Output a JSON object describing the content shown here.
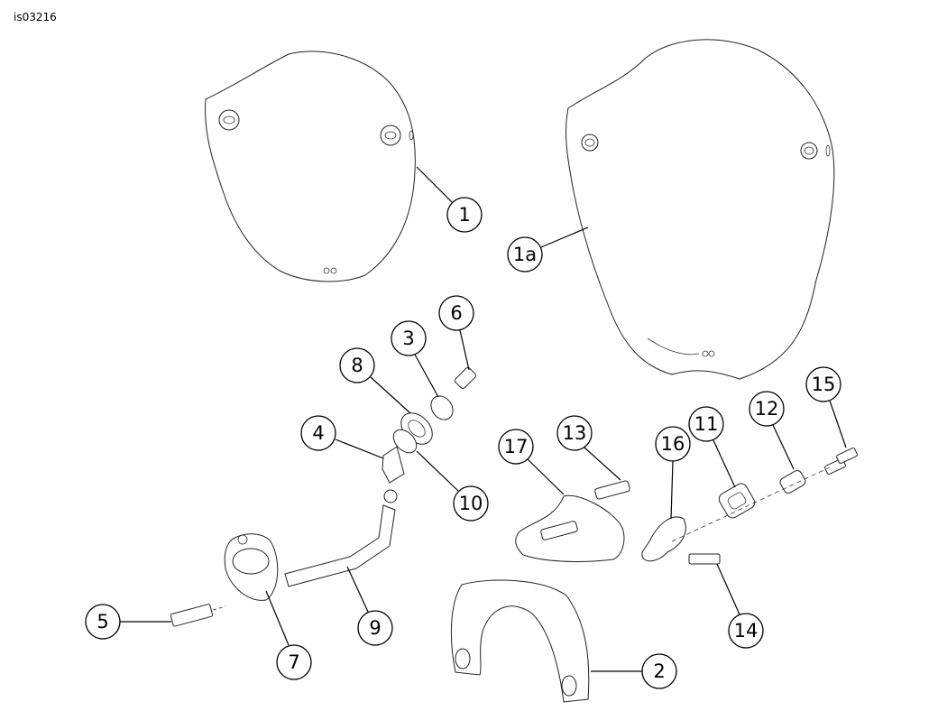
{
  "figure_id": "is03216",
  "callouts": {
    "c1": "1",
    "c1a": "1a",
    "c2": "2",
    "c3": "3",
    "c4": "4",
    "c5": "5",
    "c6": "6",
    "c7": "7",
    "c8": "8",
    "c9": "9",
    "c10": "10",
    "c11": "11",
    "c12": "12",
    "c13": "13",
    "c14": "14",
    "c15": "15",
    "c16": "16",
    "c17": "17"
  }
}
